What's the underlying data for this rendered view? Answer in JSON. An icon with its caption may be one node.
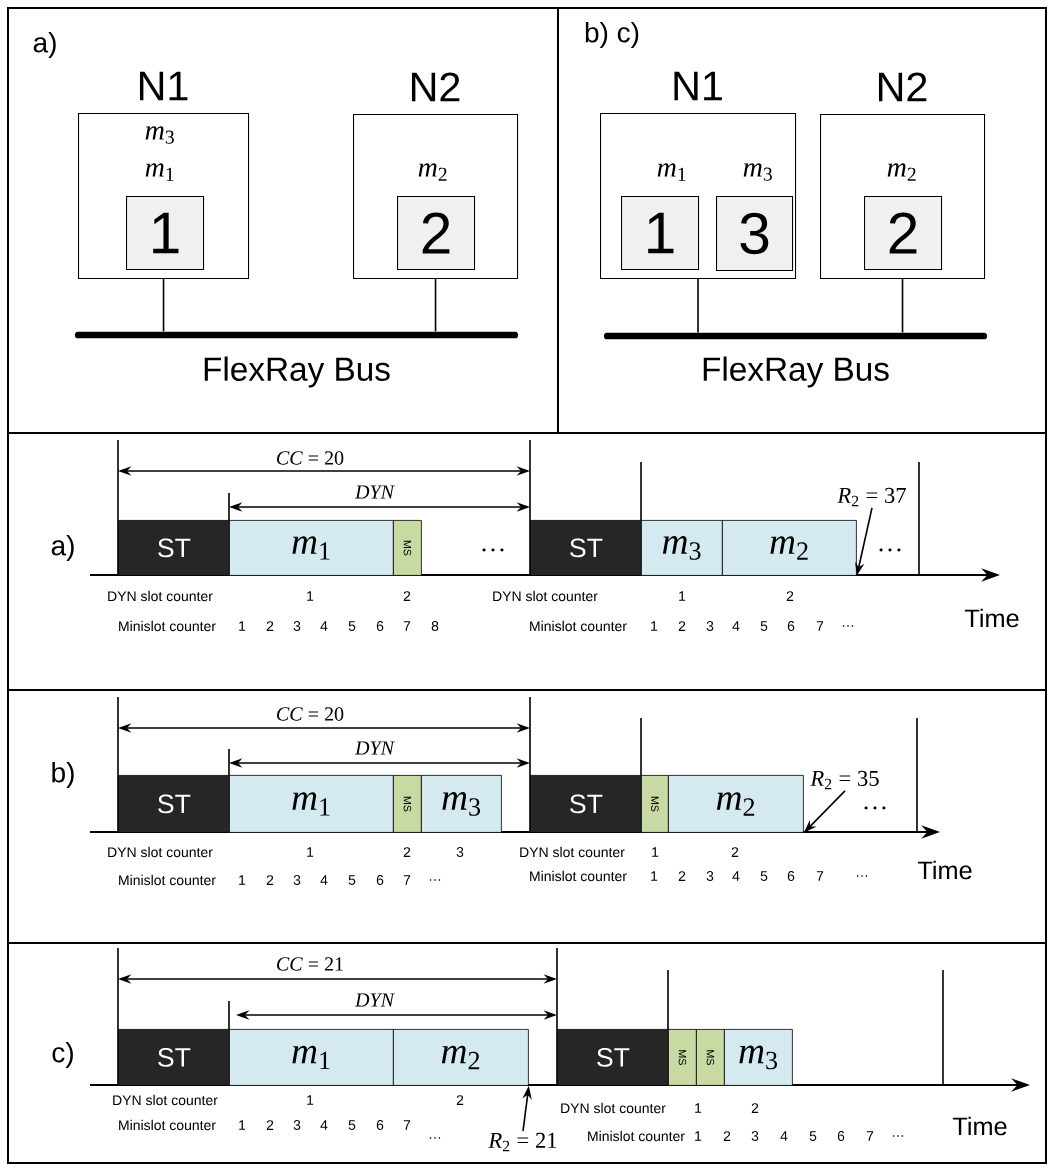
{
  "diagram": {
    "nodes": [
      {
        "text": [
          "N1",
          "*m*$_{3}$",
          "*m*$_{1}$"
        ]
      },
      {
        "text": [
          "1"
        ],
        "in": 0
      },
      {
        "text": [
          "N2",
          "*m*$_{2}$"
        ]
      },
      {
        "text": [
          "2"
        ],
        "in": 2
      },
      {
        "text": [
          "FlexRay Bus"
        ]
      },
      {
        "text": [
          "N1",
          "*m*$_{1}$",
          "*m*$_{3}$"
        ]
      },
      {
        "text": [
          "1"
        ],
        "in": 5
      },
      {
        "text": [
          "3"
        ],
        "in": 5
      },
      {
        "text": [
          "N2",
          "*m*$_{2}$"
        ]
      },
      {
        "text": [
          "2"
        ],
        "in": 8
      },
      {
        "text": [
          "FlexRay Bus"
        ]
      },
      {
        "text": [
          "ST"
        ]
      },
      {
        "text": [
          "*m*$_{1}$"
        ]
      },
      {
        "text": [
          "MS"
        ]
      },
      {
        "text": [
          "ST"
        ]
      },
      {
        "text": [
          "*m*$_{3}$"
        ]
      },
      {
        "text": [
          "*m*$_{2}$"
        ]
      },
      {
        "text": [
          "*R*$_{2}$ = 37"
        ]
      },
      {
        "text": [
          "ST"
        ]
      },
      {
        "text": [
          "*m*$_{1}$"
        ]
      },
      {
        "text": [
          "MS"
        ]
      },
      {
        "text": [
          "*m*$_{3}$"
        ]
      },
      {
        "text": [
          "ST"
        ]
      },
      {
        "text": [
          "MS"
        ]
      },
      {
        "text": [
          "*m*$_{2}$"
        ]
      },
      {
        "text": [
          "*R*$_{2}$ = 35"
        ]
      },
      {
        "text": [
          "ST"
        ]
      },
      {
        "text": [
          "*m*$_{1}$"
        ]
      },
      {
        "text": [
          "*m*$_{2}$"
        ]
      },
      {
        "text": [
          "ST"
        ]
      },
      {
        "text": [
          "MS"
        ]
      },
      {
        "text": [
          "MS"
        ]
      },
      {
        "text": [
          "*m*$_{3}$"
        ]
      },
      {
        "text": [
          "*R*$_{2}$ = 21"
        ]
      }
    ],
    "edges": [
      {
        "from": 0,
        "to": 4,
        "arrow": "none"
      },
      {
        "from": 2,
        "to": 4,
        "arrow": "none"
      },
      {
        "from": 5,
        "to": 10,
        "arrow": "none"
      },
      {
        "from": 8,
        "to": 10,
        "arrow": "none"
      },
      {
        "from": 17,
        "to": 16,
        "arrow": "to"
      },
      {
        "from": 25,
        "to": 24,
        "arrow": "to"
      },
      {
        "from": 33,
        "to": 28,
        "arrow": "to"
      }
    ],
    "labels": [
      "a)",
      "b) c)",
      "*CC* = 20",
      "*DYN*",
      "a)",
      "…",
      "…",
      "DYN slot counter",
      "1",
      "2",
      "DYN slot counter",
      "1",
      "2",
      "Time",
      "Minislot counter",
      "1",
      "2",
      "3",
      "4",
      "5",
      "6",
      "7",
      "8",
      "Minislot counter",
      "1",
      "2",
      "3",
      "4",
      "5",
      "6",
      "7",
      "…",
      "*CC* = 20",
      "*DYN*",
      "b)",
      "…",
      "DYN slot counter",
      "1",
      "2",
      "3",
      "DYN slot counter",
      "1",
      "2",
      "Time",
      "Minislot counter",
      "1",
      "2",
      "3",
      "4",
      "5",
      "6",
      "7",
      "…",
      "Minislot counter",
      "1",
      "2",
      "3",
      "4",
      "5",
      "6",
      "7",
      "…",
      "*CC* = 21",
      "*DYN*",
      "c)",
      "DYN slot counter",
      "1",
      "2",
      "DYN slot counter",
      "1",
      "2",
      "Minislot counter",
      "1",
      "2",
      "3",
      "4",
      "5",
      "6",
      "7",
      "…",
      "Time",
      "Minislot counter",
      "1",
      "2",
      "3",
      "4",
      "5",
      "6",
      "7",
      "…"
    ]
  }
}
